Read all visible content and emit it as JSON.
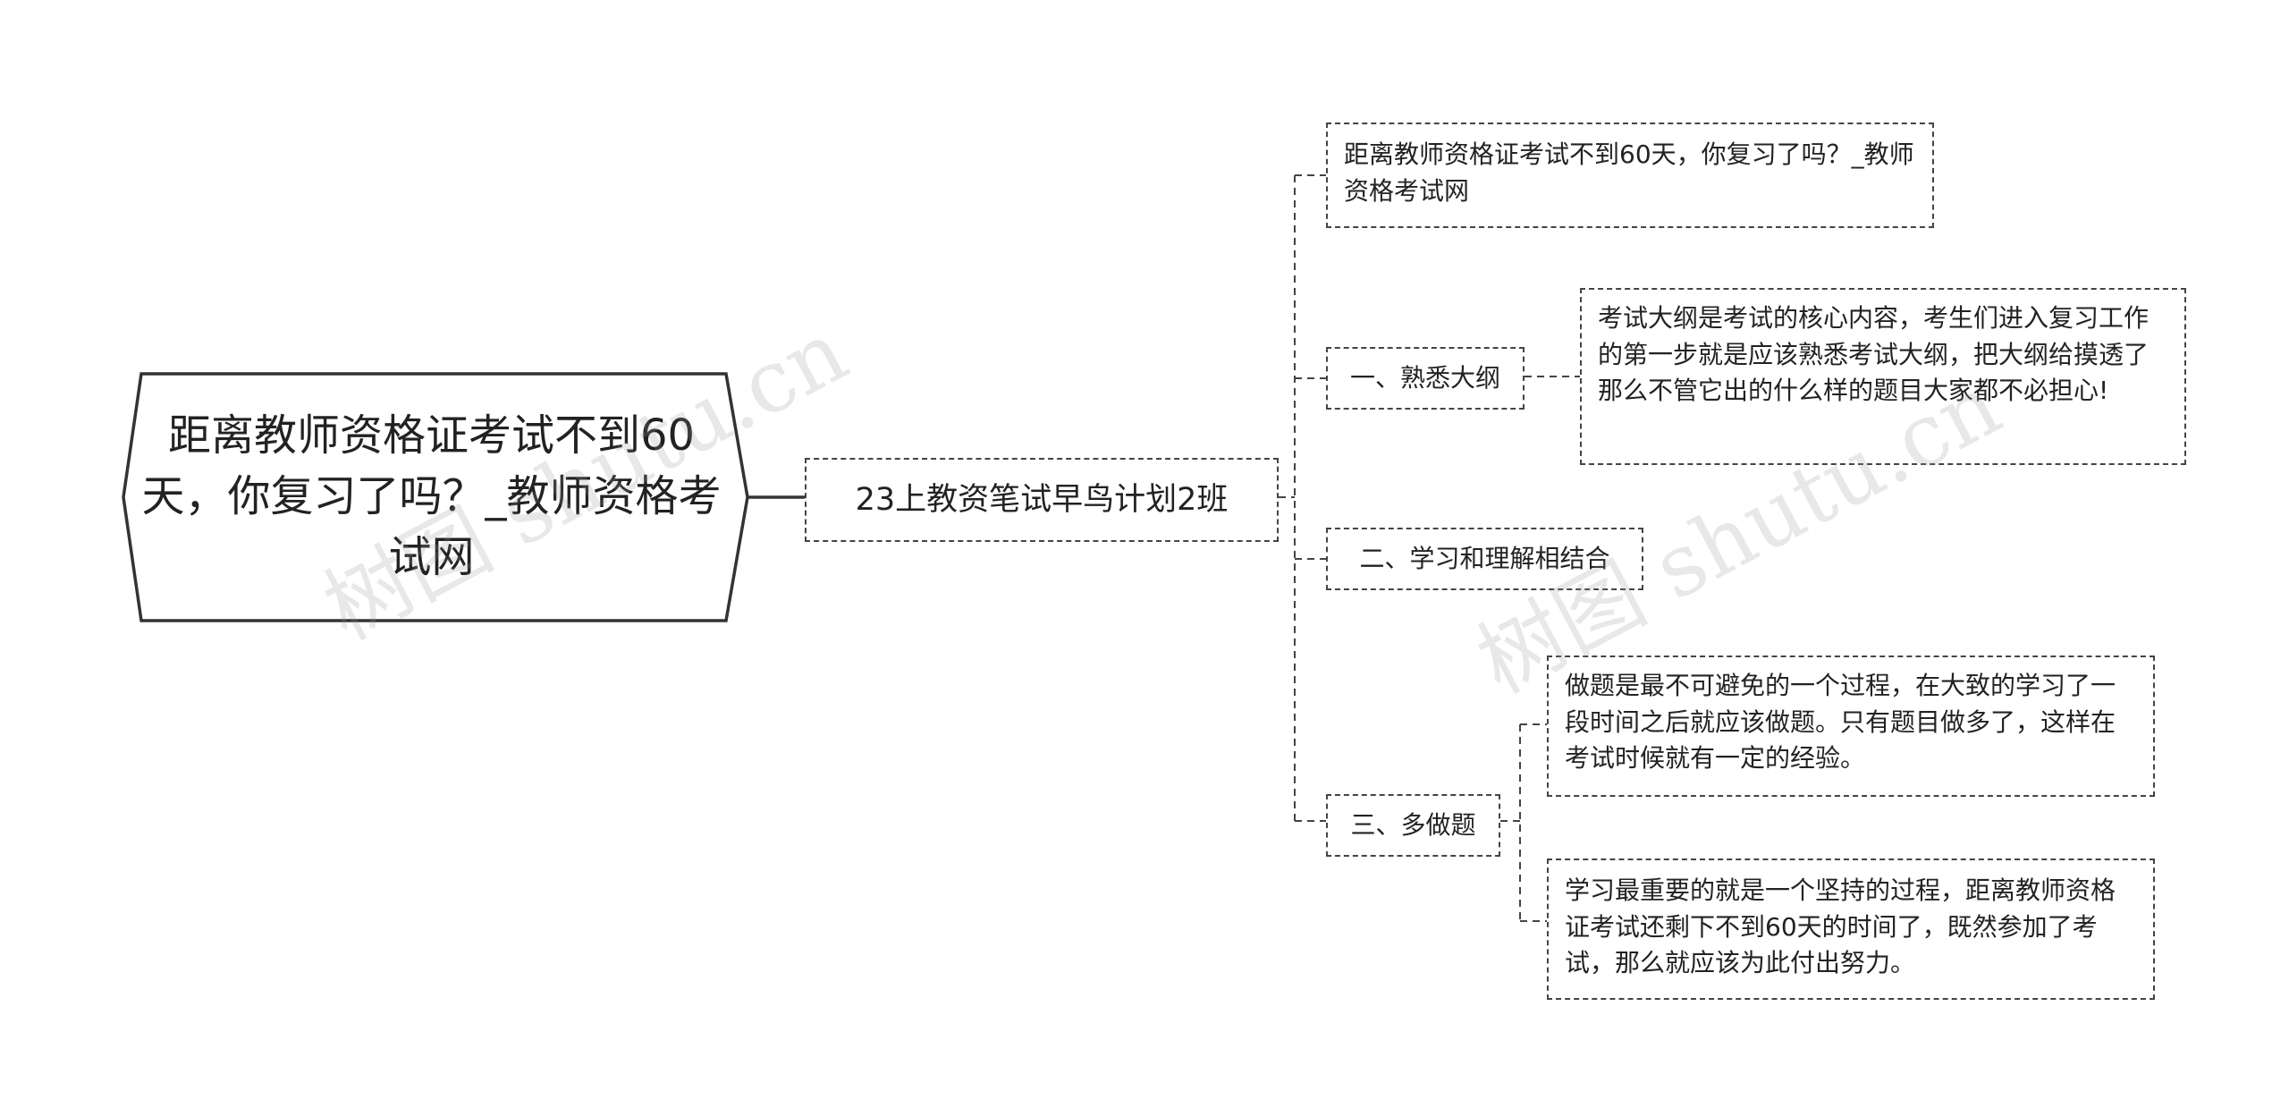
{
  "center": {
    "text": "距离教师资格证考试不到60天，你复习了吗？_教师资格考试网"
  },
  "branches": {
    "plan": "23上教资笔试早鸟计划2班",
    "title_copy": "距离教师资格证考试不到60天，你复习了吗？_教师资格考试网",
    "section1": {
      "label": "一、熟悉大纲",
      "detail": "考试大纲是考试的核心内容，考生们进入复习工作的第一步就是应该熟悉考试大纲，把大纲给摸透了那么不管它出的什么样的题目大家都不必担心!"
    },
    "section2": {
      "label": "二、学习和理解相结合"
    },
    "section3": {
      "label": "三、多做题",
      "detail1": "做题是最不可避免的一个过程，在大致的学习了一段时间之后就应该做题。只有题目做多了，这样在考试时候就有一定的经验。",
      "detail2": "学习最重要的就是一个坚持的过程，距离教师资格证考试还剩下不到60天的时间了，既然参加了考试，那么就应该为此付出努力。"
    }
  },
  "watermarks": [
    "树图 shutu.cn",
    "树图 shutu.cn"
  ],
  "colors": {
    "line": "#444444",
    "text": "#222222",
    "background": "#ffffff"
  }
}
